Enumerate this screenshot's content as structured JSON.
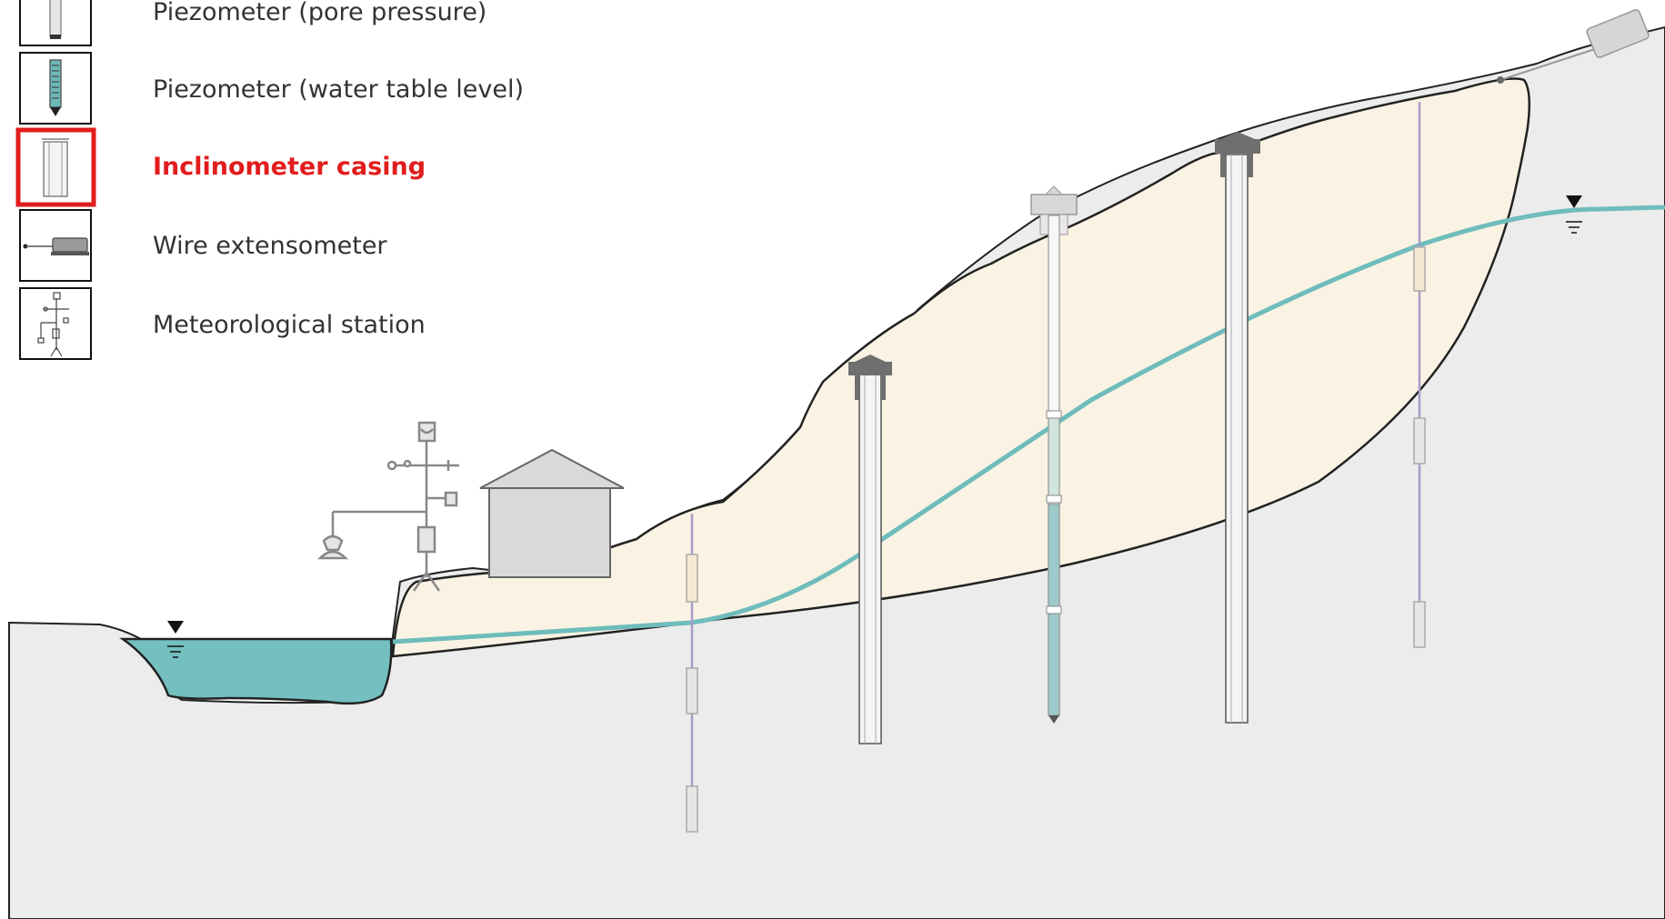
{
  "legend": {
    "items": [
      {
        "id": "piezometer-pore",
        "label": "Piezometer (pore pressure)",
        "icon": "piezometer-pore-pressure-icon",
        "selected": false
      },
      {
        "id": "piezometer-water",
        "label": "Piezometer (water table level)",
        "icon": "piezometer-water-table-icon",
        "selected": false
      },
      {
        "id": "inclinometer",
        "label": "Inclinometer casing",
        "icon": "inclinometer-casing-icon",
        "selected": true
      },
      {
        "id": "wire-extensometer",
        "label": "Wire extensometer",
        "icon": "wire-extensometer-icon",
        "selected": false
      },
      {
        "id": "met-station",
        "label": "Meteorological station",
        "icon": "meteorological-station-icon",
        "selected": false
      }
    ]
  },
  "colors": {
    "selected": "#e11d1d",
    "landslide_body": "#faf3e3",
    "bedrock": "#ececec",
    "water": "#74bfbf",
    "water_table_line": "#6fbcbc",
    "instrument_dark": "#6f6f6f",
    "wire": "#a79cc8"
  }
}
